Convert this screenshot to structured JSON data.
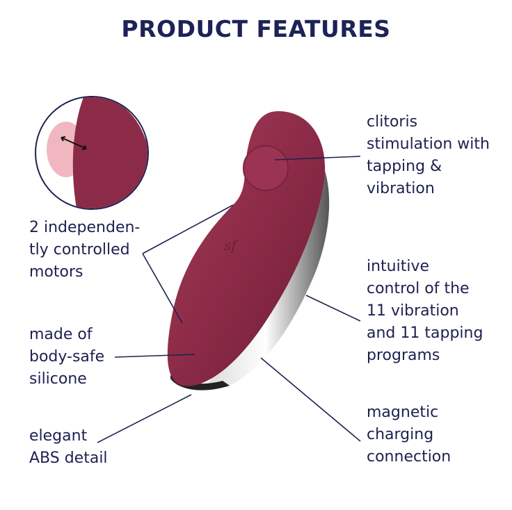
{
  "title": "PRODUCT FEATURES",
  "colors": {
    "text": "#1d2150",
    "title": "#1d2258",
    "product": "#8c2b47",
    "line": "#1d2150"
  },
  "features_left": [
    {
      "lines": [
        "2 independen-",
        "tly controlled",
        "motors"
      ]
    },
    {
      "lines": [
        "made of",
        "body-safe",
        "silicone"
      ]
    },
    {
      "lines": [
        "elegant",
        "ABS detail"
      ]
    }
  ],
  "features_right": [
    {
      "lines": [
        "clitoris",
        "stimulation with",
        "tapping &",
        "vibration"
      ]
    },
    {
      "lines": [
        "intuitive",
        "control of the",
        "11 vibration",
        "and 11 tapping",
        "programs"
      ]
    },
    {
      "lines": [
        "magnetic",
        "charging",
        "connection"
      ]
    }
  ],
  "logo_text": "sf"
}
